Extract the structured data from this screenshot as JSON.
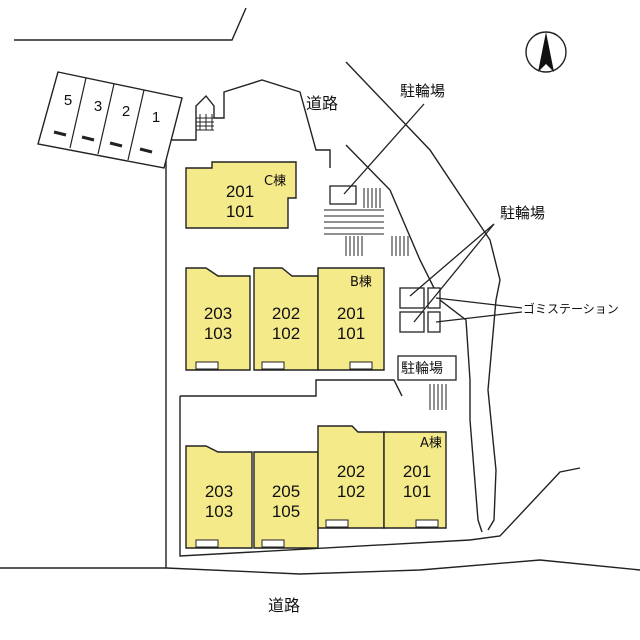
{
  "labels": {
    "road_top": "道路",
    "road_bottom": "道路",
    "bicycle_parking": "駐輪場",
    "garbage_station": "ゴミステーション"
  },
  "parking": [
    "5",
    "3",
    "2",
    "1"
  ],
  "buildings": {
    "c": {
      "name": "C棟",
      "units": [
        {
          "top": "201",
          "bottom": "101"
        }
      ]
    },
    "b": {
      "name": "B棟",
      "units": [
        {
          "top": "203",
          "bottom": "103"
        },
        {
          "top": "202",
          "bottom": "102"
        },
        {
          "top": "201",
          "bottom": "101"
        }
      ]
    },
    "a": {
      "name": "A棟",
      "units": [
        {
          "top": "203",
          "bottom": "103"
        },
        {
          "top": "205",
          "bottom": "105"
        },
        {
          "top": "202",
          "bottom": "102"
        },
        {
          "top": "201",
          "bottom": "101"
        }
      ]
    }
  },
  "colors": {
    "building_fill": "#f5ea8a",
    "line": "#222222"
  },
  "icons": {
    "north": "north-arrow-icon"
  }
}
